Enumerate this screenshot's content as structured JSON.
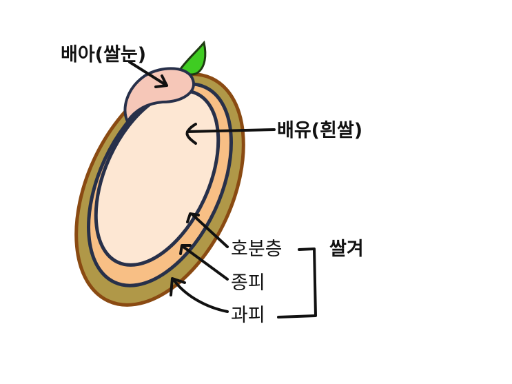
{
  "labels": {
    "embryo": "배아(쌀눈)",
    "endosperm": "배유(흰쌀)",
    "aleurone": "호분층",
    "seed_coat": "종피",
    "pericarp": "과피",
    "bran": "쌀겨"
  },
  "colors": {
    "pericarp_fill": "#b09848",
    "pericarp_outline": "#8a4a12",
    "seed_coat_fill": "#f8bf85",
    "endosperm_fill": "#fde7d3",
    "layer_line": "#27304a",
    "embryo_fill": "#f6c7b8",
    "sprout": "#3fcc22"
  }
}
